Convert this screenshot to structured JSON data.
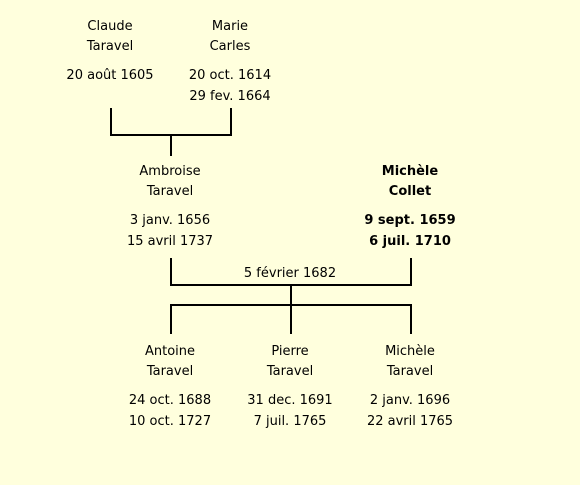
{
  "parents": {
    "father": {
      "first": "Claude",
      "last": "Taravel",
      "birth": "20 août 1605",
      "death": ""
    },
    "mother": {
      "first": "Marie",
      "last": "Carles",
      "birth": "20 oct. 1614",
      "death": "29 fev. 1664"
    }
  },
  "subject": {
    "first": "Ambroise",
    "last": "Taravel",
    "birth": "3 janv. 1656",
    "death": "15 avril 1737"
  },
  "spouse": {
    "first": "Michèle",
    "last": "Collet",
    "birth": "9 sept. 1659",
    "death": "6 juil. 1710"
  },
  "marriage_date": "5 février 1682",
  "children": [
    {
      "first": "Antoine",
      "last": "Taravel",
      "birth": "24 oct. 1688",
      "death": "10 oct. 1727"
    },
    {
      "first": "Pierre",
      "last": "Taravel",
      "birth": "31 dec. 1691",
      "death": "7 juil. 1765"
    },
    {
      "first": "Michèle",
      "last": "Taravel",
      "birth": "2 janv. 1696",
      "death": "22 avril 1765"
    }
  ],
  "colors": {
    "background": "#FFFFDD",
    "lines": "#000000"
  }
}
